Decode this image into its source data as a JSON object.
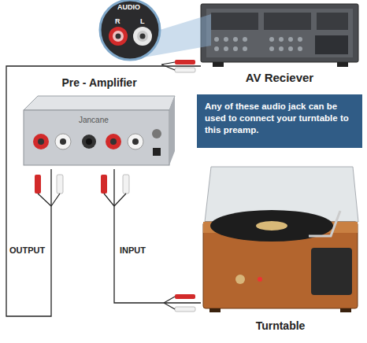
{
  "diagram": {
    "nodes": [
      {
        "text": [
          "AV Reciever"
        ]
      },
      {
        "text": [
          "Pre - Amplifier"
        ]
      },
      {
        "text": [
          "Any of these audio jack can be used to connect your turntable to this preamp."
        ]
      },
      {
        "text": [
          "Turntable"
        ]
      }
    ],
    "edges": [
      {
        "from": 1,
        "to": 0,
        "arrow": "none",
        "label": "OUTPUT"
      },
      {
        "from": 3,
        "to": 1,
        "arrow": "none",
        "label": "INPUT"
      }
    ],
    "labels": [
      "AUDIO",
      "R",
      "L",
      "Jancane"
    ]
  }
}
